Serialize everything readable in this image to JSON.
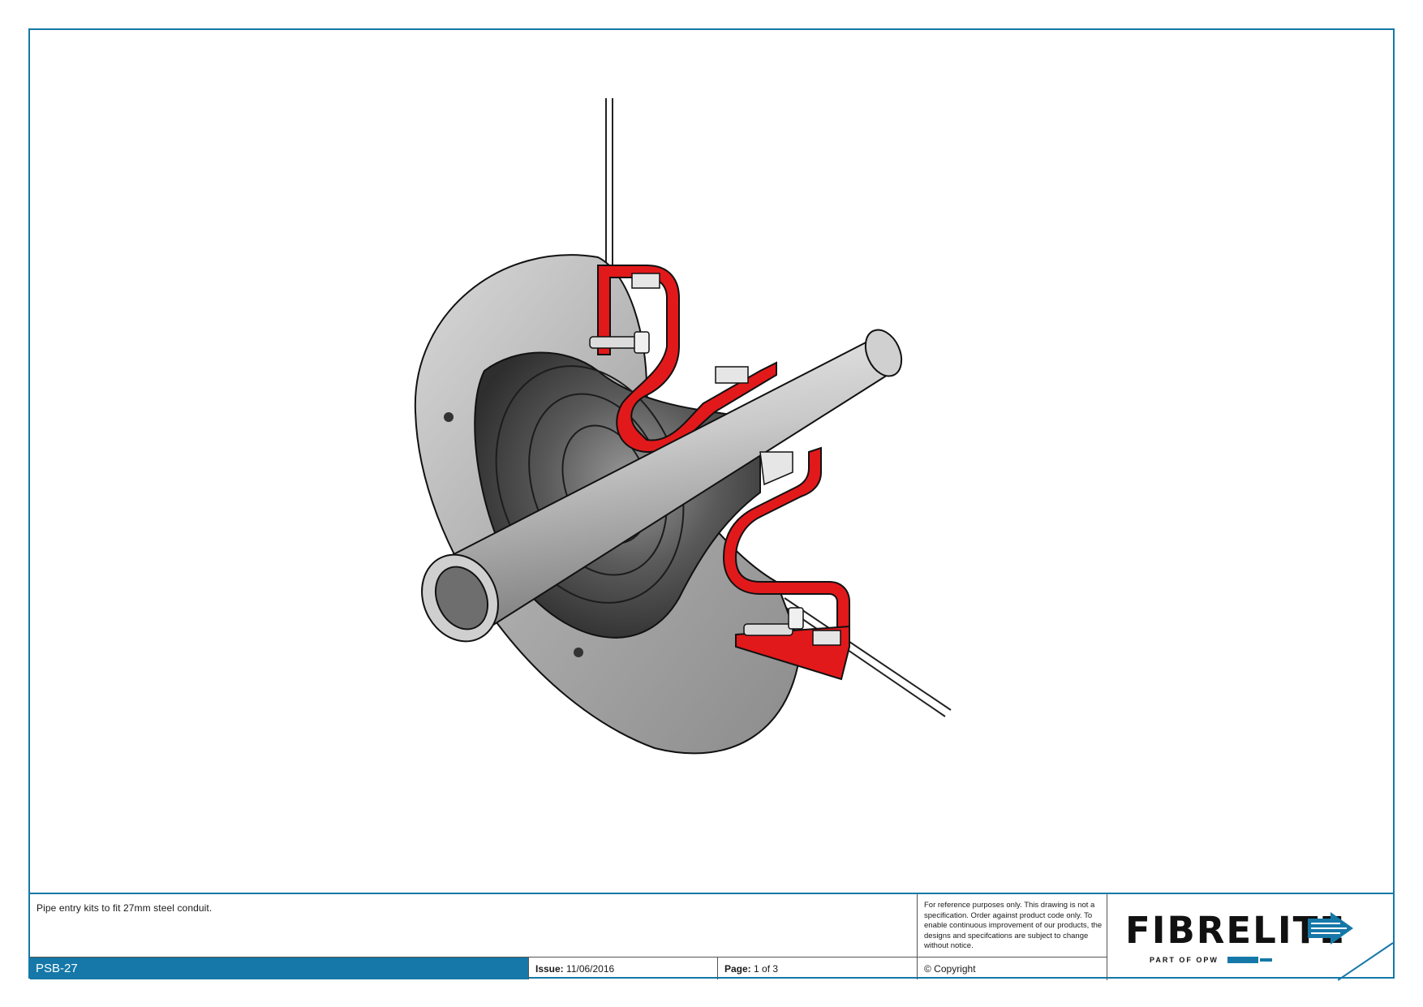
{
  "drawing": {
    "subject": "pipe-entry-seal-cutaway",
    "colors": {
      "seal": "#e2191b",
      "steel": "#b5b5b5",
      "rubber": "#4a4a4a",
      "frame": "#1578a8"
    }
  },
  "title_block": {
    "description": "Pipe entry kits to fit 27mm steel conduit.",
    "notice": "For reference purposes only. This drawing is not a specification. Order against product code only.  To enable continuous improvement of our products, the designs and specifcations are subject to change without notice.",
    "product_code": "PSB-27",
    "issue_label": "Issue:",
    "issue_value": "11/06/2016",
    "page_label": "Page:",
    "page_value": "1 of 3",
    "copyright": "© Copyright",
    "logo": {
      "wordmark": "FIBRELITE",
      "tagline": "PART OF OPW",
      "brand_color": "#1578a8"
    }
  }
}
